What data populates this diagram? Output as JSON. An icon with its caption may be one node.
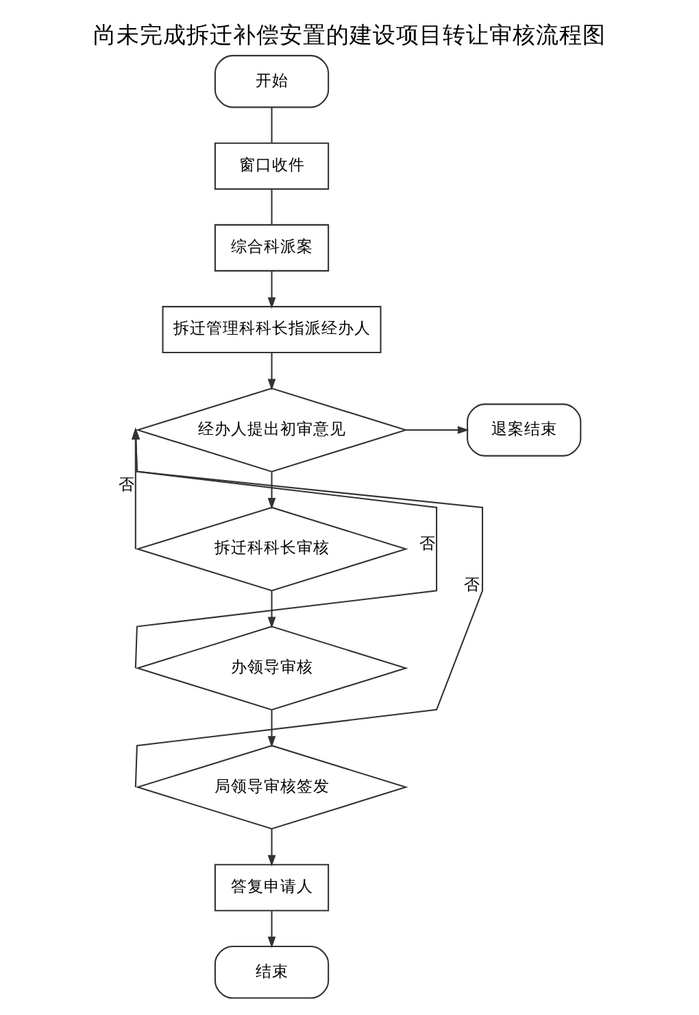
{
  "diagram": {
    "title": "尚未完成拆迁补偿安置的建设项目转让审核流程图",
    "nodes": [
      {
        "text": [
          "开始"
        ]
      },
      {
        "text": [
          "窗口收件"
        ]
      },
      {
        "text": [
          "综合科派案"
        ]
      },
      {
        "text": [
          "拆迁管理科科长指派经办人"
        ]
      },
      {
        "text": [
          "经办人提出初审意见"
        ]
      },
      {
        "text": [
          "退案结束"
        ]
      },
      {
        "text": [
          "拆迁科科长审核"
        ]
      },
      {
        "text": [
          "办领导审核"
        ]
      },
      {
        "text": [
          "局领导审核签发"
        ]
      },
      {
        "text": [
          "答复申请人"
        ]
      },
      {
        "text": [
          "结束"
        ]
      }
    ],
    "edges": [
      {
        "from": 0,
        "to": 1,
        "arrow": "none"
      },
      {
        "from": 1,
        "to": 2,
        "arrow": "none"
      },
      {
        "from": 2,
        "to": 3,
        "arrow": "to"
      },
      {
        "from": 3,
        "to": 4,
        "arrow": "to"
      },
      {
        "from": 4,
        "to": 5,
        "arrow": "to"
      },
      {
        "from": 4,
        "to": 6,
        "arrow": "to"
      },
      {
        "from": 6,
        "to": 7,
        "arrow": "to"
      },
      {
        "from": 7,
        "to": 8,
        "arrow": "to"
      },
      {
        "from": 8,
        "to": 9,
        "arrow": "to"
      },
      {
        "from": 9,
        "to": 10,
        "arrow": "to"
      },
      {
        "from": 6,
        "to": 4,
        "arrow": "to",
        "label": "否"
      },
      {
        "from": 7,
        "to": 4,
        "arrow": "to",
        "label": "否"
      },
      {
        "from": 8,
        "to": 4,
        "arrow": "to",
        "label": "否"
      }
    ]
  }
}
